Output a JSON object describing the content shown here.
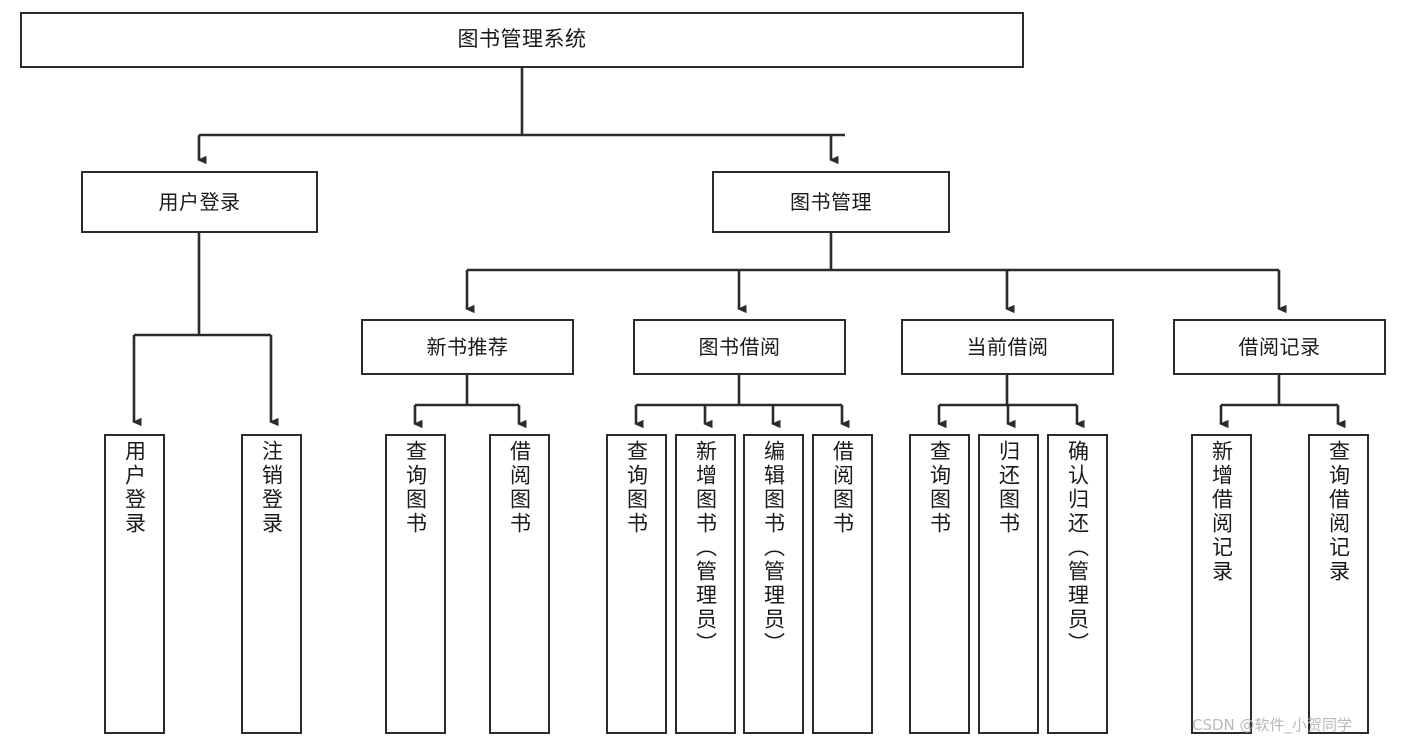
{
  "diagram": {
    "kind": "tree",
    "title": "图书管理系统",
    "nodes": {
      "root": {
        "label": "图书管理系统"
      },
      "level2": [
        {
          "id": "user-login",
          "label": "用户登录"
        },
        {
          "id": "book-manage",
          "label": "图书管理"
        }
      ],
      "level3": [
        {
          "id": "new-book-recommend",
          "label": "新书推荐"
        },
        {
          "id": "book-borrow",
          "label": "图书借阅"
        },
        {
          "id": "current-borrow",
          "label": "当前借阅"
        },
        {
          "id": "borrow-record",
          "label": "借阅记录"
        }
      ],
      "leaves": {
        "user-login": [
          {
            "id": "leaf-user-login",
            "label": "用户登录"
          },
          {
            "id": "leaf-logout-login",
            "label": "注销登录"
          }
        ],
        "new-book-recommend": [
          {
            "id": "leaf-query-book-1",
            "label": "查询图书"
          },
          {
            "id": "leaf-borrow-book-1",
            "label": "借阅图书"
          }
        ],
        "book-borrow": [
          {
            "id": "leaf-query-book-2",
            "label": "查询图书"
          },
          {
            "id": "leaf-add-book",
            "label": "新增图书（管理员）"
          },
          {
            "id": "leaf-edit-book",
            "label": "编辑图书（管理员）"
          },
          {
            "id": "leaf-borrow-book-2",
            "label": "借阅图书"
          }
        ],
        "current-borrow": [
          {
            "id": "leaf-query-book-3",
            "label": "查询图书"
          },
          {
            "id": "leaf-return-book",
            "label": "归还图书"
          },
          {
            "id": "leaf-confirm-return",
            "label": "确认归还（管理员）"
          }
        ],
        "borrow-record": [
          {
            "id": "leaf-add-record",
            "label": "新增借阅记录"
          },
          {
            "id": "leaf-query-record",
            "label": "查询借阅记录"
          }
        ]
      }
    },
    "colors": {
      "stroke": "#2b2b2b",
      "fill": "#ffffff",
      "text": "#1a1a1a",
      "watermark": "#b9b9b9"
    }
  },
  "watermark": {
    "text": "CSDN @软件_小贺同学"
  }
}
